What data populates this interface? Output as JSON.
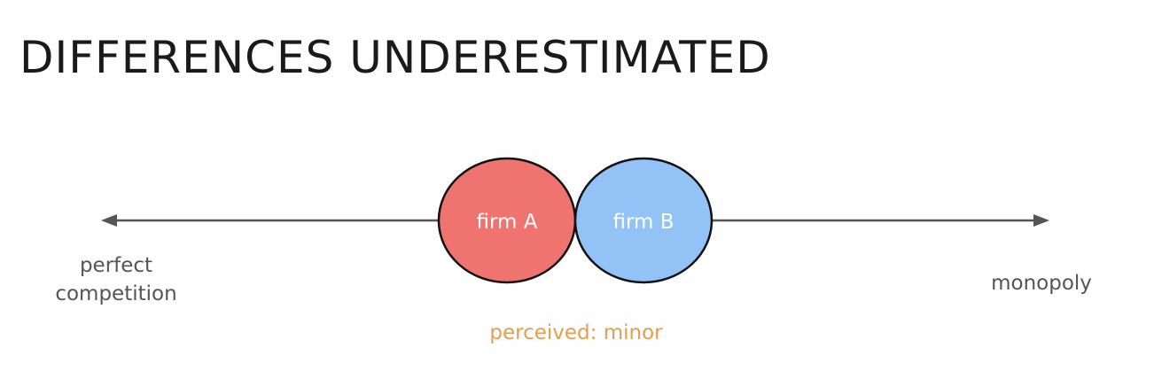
{
  "title": "DIFFERENCES UNDERESTIMATED",
  "diagram": {
    "left_label": "perfect competition",
    "right_label": "monopoly",
    "firms": [
      {
        "name": "firm A",
        "color": "#ef7470"
      },
      {
        "name": "firm B",
        "color": "#93c2f6"
      }
    ],
    "caption": "perceived: minor",
    "caption_color": "#e0a050",
    "axis_color": "#555555",
    "outline_color": "#111111"
  }
}
